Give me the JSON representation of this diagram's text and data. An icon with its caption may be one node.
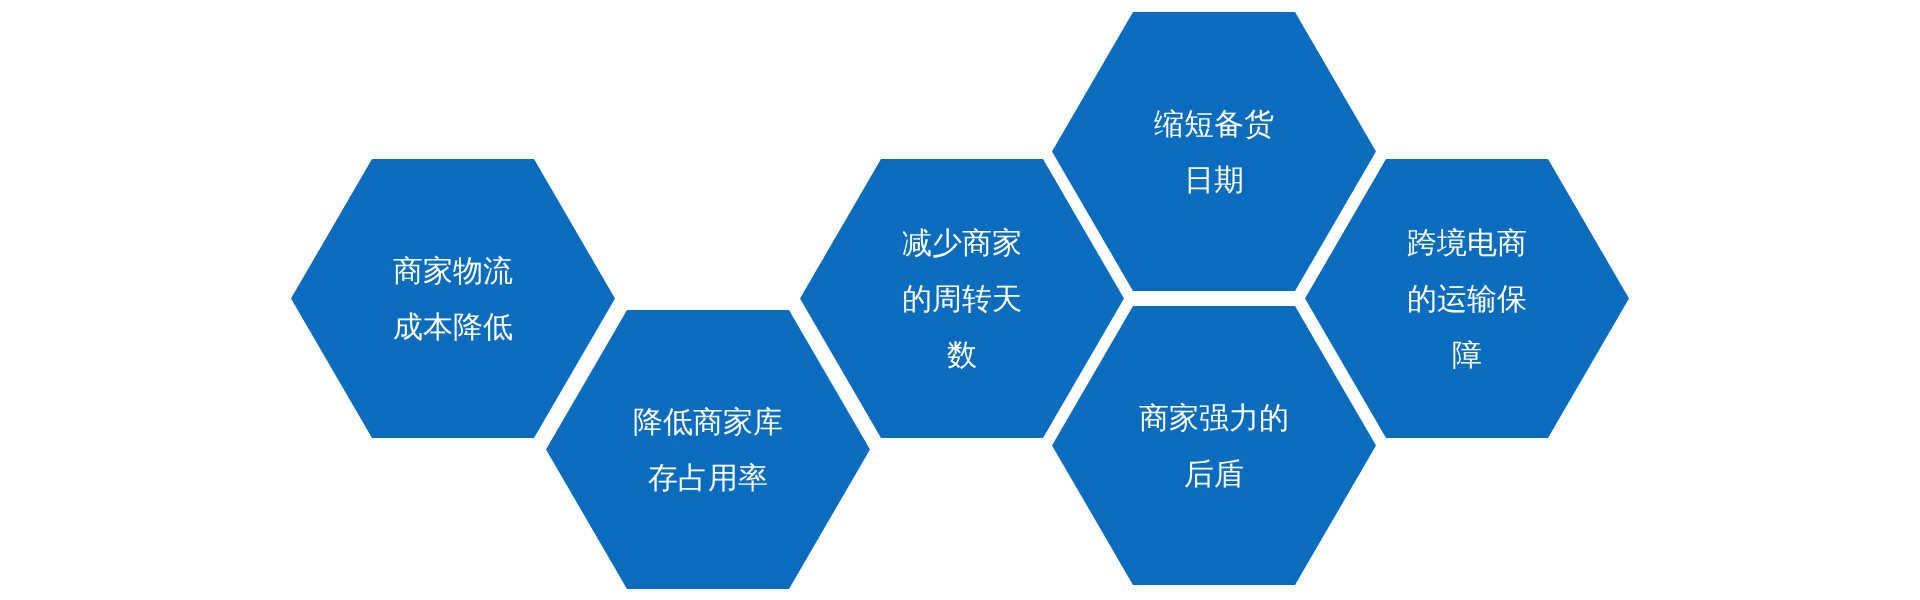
{
  "diagram": {
    "nodes": [
      {
        "text": [
          "商家物流成本降低"
        ]
      },
      {
        "text": [
          "降低商家库存占用率"
        ]
      },
      {
        "text": [
          "减少商家的周转天数"
        ]
      },
      {
        "text": [
          "缩短备货日期"
        ]
      },
      {
        "text": [
          "商家强力的后盾"
        ]
      },
      {
        "text": [
          "跨境电商的运输保障"
        ]
      }
    ]
  }
}
